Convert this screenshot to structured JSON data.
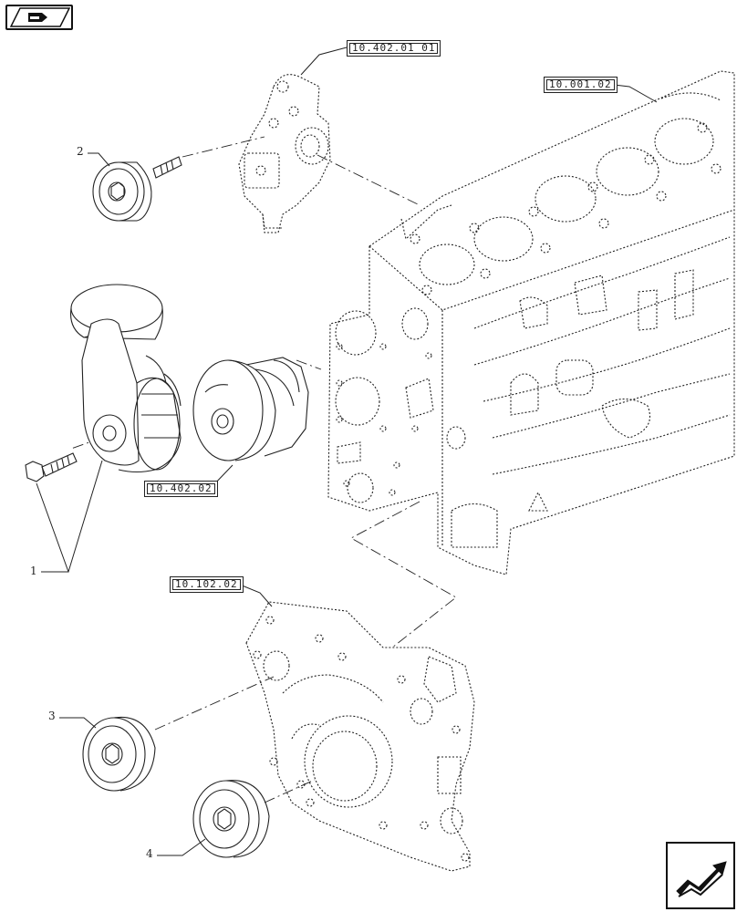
{
  "references": {
    "ref_10_402_01_01": "10.402.01 01",
    "ref_10_001_02": "10.001.02",
    "ref_10_402_02": "10.402.02",
    "ref_10_102_02": "10.102.02"
  },
  "callouts": {
    "c1": "1",
    "c2": "2",
    "c3": "3",
    "c4": "4"
  },
  "icons": {
    "top_left": "parts-group-icon",
    "bottom_right": "next-page-arrow-icon"
  },
  "colors": {
    "line": "#222222",
    "background": "#ffffff"
  }
}
